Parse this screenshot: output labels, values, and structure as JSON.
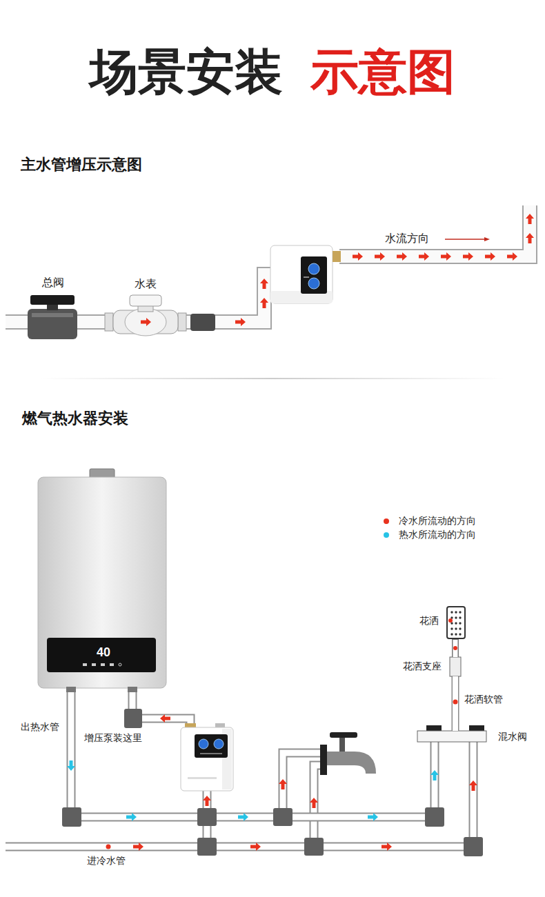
{
  "diagram": {
    "title": "场景安装",
    "nodes": [
      {
        "text": [
          "总阀"
        ]
      },
      {
        "text": [
          "水表"
        ]
      },
      {
        "text": [
          "花洒"
        ]
      },
      {
        "text": [
          "花洒支座"
        ]
      },
      {
        "text": [
          "增压泵装这里"
        ]
      },
      {
        "text": [
          "混水阀"
        ]
      }
    ],
    "edges": [
      {
        "from": 0,
        "to": 1,
        "arrow": "none"
      },
      {
        "from": 5,
        "to": 3,
        "label": "花洒软管",
        "arrow": "none"
      },
      {
        "from": 3,
        "to": 2,
        "arrow": "none"
      }
    ],
    "labels": [
      "示意图",
      "主水管增压示意图",
      "水流方向",
      "燃气热水器安装",
      "40",
      "出热水管",
      "进冷水管"
    ],
    "legend": [
      {
        "text": "冷水所流动的方向",
        "color": "#e8321e"
      },
      {
        "text": "热水所流动的方向",
        "color": "#27c3e6"
      }
    ]
  }
}
